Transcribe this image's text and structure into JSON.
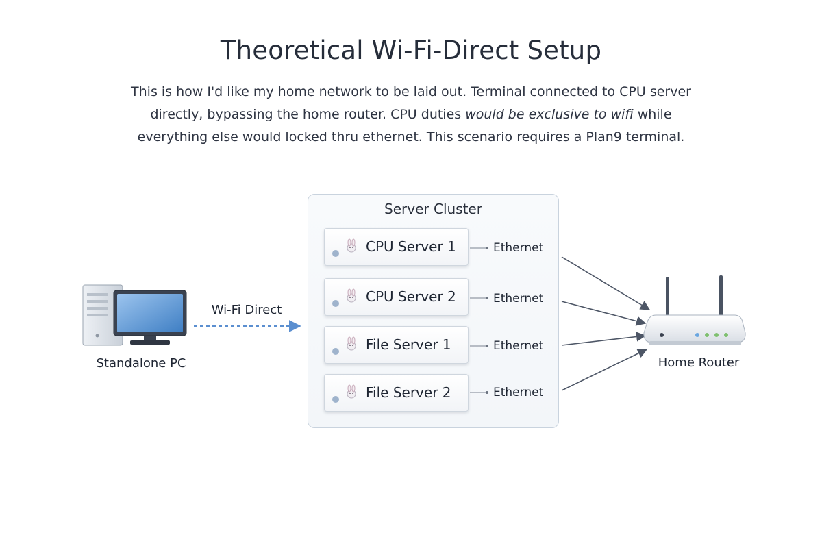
{
  "title": "Theoretical Wi-Fi-Direct Setup",
  "description": {
    "part1": "This is how I'd like my home network to be laid out. Terminal connected to CPU server directly, bypassing the home router. CPU duties ",
    "italic": "would be exclusive to wifi",
    "part2": " while everything else would locked thru ethernet. This scenario requires a Plan9 terminal."
  },
  "pc": {
    "label": "Standalone PC",
    "icon": "desktop-pc-icon"
  },
  "wifi_link": {
    "label": "Wi-Fi Direct",
    "color": "#5b8fd0"
  },
  "cluster": {
    "label": "Server Cluster",
    "servers": [
      {
        "name": "CPU Server 1",
        "link_label": "Ethernet"
      },
      {
        "name": "CPU Server 2",
        "link_label": "Ethernet"
      },
      {
        "name": "File Server 1",
        "link_label": "Ethernet"
      },
      {
        "name": "File Server 2",
        "link_label": "Ethernet"
      }
    ]
  },
  "router": {
    "label": "Home Router",
    "icon": "router-icon",
    "led_colors": [
      "#6aa6e0",
      "#7fc06f",
      "#7fc06f",
      "#7fc06f"
    ]
  },
  "colors": {
    "arrow": "#4d5666",
    "server_dot": "#9fb3cc"
  }
}
